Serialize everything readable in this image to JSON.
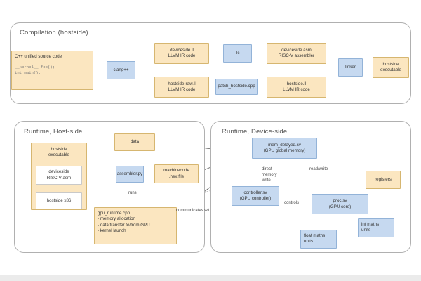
{
  "diagram": {
    "title_sections": [
      {
        "id": "compilation",
        "label": "Compilation (hostside)"
      },
      {
        "id": "runtime_host",
        "label": "Runtime, Host-side"
      },
      {
        "id": "runtime_device",
        "label": "Runtime, Device-side"
      }
    ],
    "colors": {
      "tan_fill": "#fbe6c0",
      "tan_stroke": "#d6b670",
      "blue_fill": "#c6d9f0",
      "blue_stroke": "#93b3d8",
      "white_fill": "#ffffff",
      "group_stroke": "#b0b0b0",
      "arrow_stroke": "#5a5a5a",
      "text": "#333333",
      "title_text": "#555555"
    },
    "compilation": {
      "source_box": {
        "title": "C++ unified source code",
        "code_line_1": "__kernel__ foo();",
        "code_line_2": "int main();"
      },
      "clangpp": "clang++",
      "deviceside_ll": {
        "line1": "deviceside.ll",
        "line2": "LLVM IR code"
      },
      "hostside_raw_ll": {
        "line1": "hostside-raw.ll",
        "line2": "LLVM IR code"
      },
      "llc": "llc",
      "patch_hostside": "patch_hostside.cpp",
      "deviceside_asm": {
        "line1": "deviceside.asm",
        "line2": "RISC-V assembler"
      },
      "hostside_ll": {
        "line1": "hostside.ll",
        "line2": "LLVM IR code"
      },
      "linker": "linker",
      "hostside_executable": {
        "line1": "hostside",
        "line2": "executable"
      }
    },
    "runtime_host": {
      "hostside_executable_group": {
        "header_line1": "hostside",
        "header_line2": "executable",
        "inner_deviceside": {
          "line1": "deviceside",
          "line2": "RISC-V asm"
        },
        "inner_hostside_x86": "hostside x86"
      },
      "data": "data",
      "assembler": "assembler.py",
      "machinecode": {
        "line1": "machinecode",
        "line2": ".hex file"
      },
      "gpu_runtime": {
        "line1": "gpu_runtime.cpp",
        "line2": "- memory allocation",
        "line3": "- data transfer to/from GPU",
        "line4": "- kernel launch"
      },
      "label_runs": "runs",
      "label_communicates_with": "communicates with"
    },
    "runtime_device": {
      "mem_delayed": {
        "line1": "mem_delayed.sv",
        "line2": "(GPU global memory)"
      },
      "controller": {
        "line1": "controller.sv",
        "line2": "(GPU controller)"
      },
      "proc": {
        "line1": "proc.sv",
        "line2": "(GPU core)"
      },
      "registers": "registers",
      "float_maths": {
        "line1": "float maths",
        "line2": "units"
      },
      "int_maths": {
        "line1": "int maths",
        "line2": "units"
      },
      "label_direct_memory_write": {
        "line1": "direct",
        "line2": "memory",
        "line3": "write"
      },
      "label_read_write": "read/write",
      "label_controls": "controls"
    }
  }
}
